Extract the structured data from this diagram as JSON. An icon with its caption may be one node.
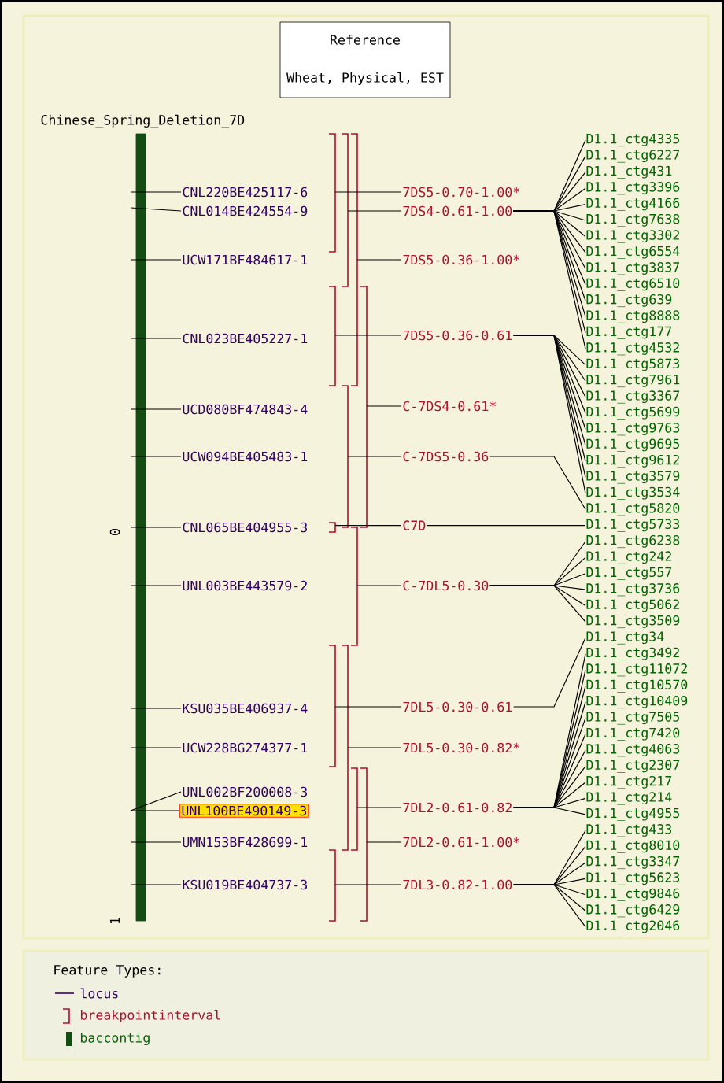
{
  "diagram": {
    "nodes": [
      {
        "text": [
          "Reference",
          "Wheat, Physical, EST"
        ]
      },
      {
        "text": [],
        "shape": "bar"
      },
      {
        "text": [
          "CNL220BE425117-6"
        ]
      },
      {
        "text": [
          "CNL014BE424554-9"
        ]
      },
      {
        "text": [
          "UCW171BF484617-1"
        ]
      },
      {
        "text": [
          "CNL023BE405227-1"
        ]
      },
      {
        "text": [
          "UCD080BF474843-4"
        ]
      },
      {
        "text": [
          "UCW094BE405483-1"
        ]
      },
      {
        "text": [
          "CNL065BE404955-3"
        ]
      },
      {
        "text": [
          "UNL003BE443579-2"
        ]
      },
      {
        "text": [
          "KSU035BE406937-4"
        ]
      },
      {
        "text": [
          "UCW228BG274377-1"
        ]
      },
      {
        "text": [
          "UNL002BF200008-3"
        ]
      },
      {
        "text": [
          "UNL100BE490149-3"
        ]
      },
      {
        "text": [
          "UMN153BF428699-1"
        ]
      },
      {
        "text": [
          "KSU019BE404737-3"
        ]
      },
      {
        "text": [],
        "shape": "bracket"
      },
      {
        "text": [],
        "shape": "bracket"
      },
      {
        "text": [],
        "shape": "bracket"
      },
      {
        "text": [],
        "shape": "bracket"
      },
      {
        "text": [],
        "shape": "bracket"
      },
      {
        "text": [],
        "shape": "bracket"
      },
      {
        "text": [],
        "shape": "bracket"
      },
      {
        "text": [],
        "shape": "bracket"
      },
      {
        "text": [],
        "shape": "bracket"
      },
      {
        "text": [],
        "shape": "bracket"
      },
      {
        "text": [],
        "shape": "bracket"
      },
      {
        "text": [],
        "shape": "bracket"
      },
      {
        "text": [],
        "shape": "bracket"
      },
      {
        "text": [
          "7DS5-0.70-1.00*"
        ]
      },
      {
        "text": [
          "7DS4-0.61-1.00"
        ]
      },
      {
        "text": [
          "7DS5-0.36-1.00*"
        ]
      },
      {
        "text": [
          "7DS5-0.36-0.61"
        ]
      },
      {
        "text": [
          "C-7DS4-0.61*"
        ]
      },
      {
        "text": [
          "C-7DS5-0.36"
        ]
      },
      {
        "text": [
          "C7D"
        ]
      },
      {
        "text": [
          "C-7DL5-0.30"
        ]
      },
      {
        "text": [
          "7DL5-0.30-0.61"
        ]
      },
      {
        "text": [
          "7DL5-0.30-0.82*"
        ]
      },
      {
        "text": [
          "7DL2-0.61-0.82"
        ]
      },
      {
        "text": [
          "7DL2-0.61-1.00*"
        ]
      },
      {
        "text": [
          "7DL3-0.82-1.00"
        ]
      },
      {
        "text": [
          "D1.1_ctg4335"
        ]
      },
      {
        "text": [
          "D1.1_ctg6227"
        ]
      },
      {
        "text": [
          "D1.1_ctg431"
        ]
      },
      {
        "text": [
          "D1.1_ctg3396"
        ]
      },
      {
        "text": [
          "D1.1_ctg4166"
        ]
      },
      {
        "text": [
          "D1.1_ctg7638"
        ]
      },
      {
        "text": [
          "D1.1_ctg3302"
        ]
      },
      {
        "text": [
          "D1.1_ctg6554"
        ]
      },
      {
        "text": [
          "D1.1_ctg3837"
        ]
      },
      {
        "text": [
          "D1.1_ctg6510"
        ]
      },
      {
        "text": [
          "D1.1_ctg639"
        ]
      },
      {
        "text": [
          "D1.1_ctg8888"
        ]
      },
      {
        "text": [
          "D1.1_ctg177"
        ]
      },
      {
        "text": [
          "D1.1_ctg4532"
        ]
      },
      {
        "text": [
          "D1.1_ctg5873"
        ]
      },
      {
        "text": [
          "D1.1_ctg7961"
        ]
      },
      {
        "text": [
          "D1.1_ctg3367"
        ]
      },
      {
        "text": [
          "D1.1_ctg5699"
        ]
      },
      {
        "text": [
          "D1.1_ctg9763"
        ]
      },
      {
        "text": [
          "D1.1_ctg9695"
        ]
      },
      {
        "text": [
          "D1.1_ctg9612"
        ]
      },
      {
        "text": [
          "D1.1_ctg3579"
        ]
      },
      {
        "text": [
          "D1.1_ctg3534"
        ]
      },
      {
        "text": [
          "D1.1_ctg5820"
        ]
      },
      {
        "text": [
          "D1.1_ctg5733"
        ]
      },
      {
        "text": [
          "D1.1_ctg6238"
        ]
      },
      {
        "text": [
          "D1.1_ctg242"
        ]
      },
      {
        "text": [
          "D1.1_ctg557"
        ]
      },
      {
        "text": [
          "D1.1_ctg3736"
        ]
      },
      {
        "text": [
          "D1.1_ctg5062"
        ]
      },
      {
        "text": [
          "D1.1_ctg3509"
        ]
      },
      {
        "text": [
          "D1.1_ctg34"
        ]
      },
      {
        "text": [
          "D1.1_ctg3492"
        ]
      },
      {
        "text": [
          "D1.1_ctg11072"
        ]
      },
      {
        "text": [
          "D1.1_ctg10570"
        ]
      },
      {
        "text": [
          "D1.1_ctg10409"
        ]
      },
      {
        "text": [
          "D1.1_ctg7505"
        ]
      },
      {
        "text": [
          "D1.1_ctg7420"
        ]
      },
      {
        "text": [
          "D1.1_ctg4063"
        ]
      },
      {
        "text": [
          "D1.1_ctg2307"
        ]
      },
      {
        "text": [
          "D1.1_ctg217"
        ]
      },
      {
        "text": [
          "D1.1_ctg214"
        ]
      },
      {
        "text": [
          "D1.1_ctg4955"
        ]
      },
      {
        "text": [
          "D1.1_ctg433"
        ]
      },
      {
        "text": [
          "D1.1_ctg8010"
        ]
      },
      {
        "text": [
          "D1.1_ctg3347"
        ]
      },
      {
        "text": [
          "D1.1_ctg5623"
        ]
      },
      {
        "text": [
          "D1.1_ctg9846"
        ]
      },
      {
        "text": [
          "D1.1_ctg6429"
        ]
      },
      {
        "text": [
          "D1.1_ctg2046"
        ]
      }
    ],
    "edges": [
      {
        "from": 1,
        "to": 2,
        "arrow": "none"
      },
      {
        "from": 1,
        "to": 3,
        "arrow": "none"
      },
      {
        "from": 1,
        "to": 4,
        "arrow": "none"
      },
      {
        "from": 1,
        "to": 5,
        "arrow": "none"
      },
      {
        "from": 1,
        "to": 6,
        "arrow": "none"
      },
      {
        "from": 1,
        "to": 7,
        "arrow": "none"
      },
      {
        "from": 1,
        "to": 8,
        "arrow": "none"
      },
      {
        "from": 1,
        "to": 9,
        "arrow": "none"
      },
      {
        "from": 1,
        "to": 10,
        "arrow": "none"
      },
      {
        "from": 1,
        "to": 11,
        "arrow": "none"
      },
      {
        "from": 1,
        "to": 12,
        "arrow": "none"
      },
      {
        "from": 1,
        "to": 13,
        "arrow": "none"
      },
      {
        "from": 1,
        "to": 14,
        "arrow": "none"
      },
      {
        "from": 1,
        "to": 15,
        "arrow": "none"
      },
      {
        "from": 16,
        "to": 29,
        "arrow": "none"
      },
      {
        "from": 17,
        "to": 30,
        "arrow": "none"
      },
      {
        "from": 18,
        "to": 31,
        "arrow": "none"
      },
      {
        "from": 19,
        "to": 32,
        "arrow": "none"
      },
      {
        "from": 20,
        "to": 33,
        "arrow": "none"
      },
      {
        "from": 21,
        "to": 34,
        "arrow": "none"
      },
      {
        "from": 22,
        "to": 35,
        "arrow": "none"
      },
      {
        "from": 23,
        "to": 36,
        "arrow": "none"
      },
      {
        "from": 24,
        "to": 37,
        "arrow": "none"
      },
      {
        "from": 25,
        "to": 38,
        "arrow": "none"
      },
      {
        "from": 26,
        "to": 39,
        "arrow": "none"
      },
      {
        "from": 27,
        "to": 40,
        "arrow": "none"
      },
      {
        "from": 28,
        "to": 41,
        "arrow": "none"
      },
      {
        "from": 30,
        "to": 42,
        "arrow": "none"
      },
      {
        "from": 30,
        "to": 43,
        "arrow": "none"
      },
      {
        "from": 30,
        "to": 44,
        "arrow": "none"
      },
      {
        "from": 30,
        "to": 45,
        "arrow": "none"
      },
      {
        "from": 30,
        "to": 46,
        "arrow": "none"
      },
      {
        "from": 30,
        "to": 47,
        "arrow": "none"
      },
      {
        "from": 30,
        "to": 48,
        "arrow": "none"
      },
      {
        "from": 30,
        "to": 49,
        "arrow": "none"
      },
      {
        "from": 30,
        "to": 50,
        "arrow": "none"
      },
      {
        "from": 30,
        "to": 51,
        "arrow": "none"
      },
      {
        "from": 30,
        "to": 52,
        "arrow": "none"
      },
      {
        "from": 30,
        "to": 53,
        "arrow": "none"
      },
      {
        "from": 30,
        "to": 54,
        "arrow": "none"
      },
      {
        "from": 30,
        "to": 55,
        "arrow": "none"
      },
      {
        "from": 32,
        "to": 56,
        "arrow": "none"
      },
      {
        "from": 32,
        "to": 57,
        "arrow": "none"
      },
      {
        "from": 32,
        "to": 58,
        "arrow": "none"
      },
      {
        "from": 32,
        "to": 59,
        "arrow": "none"
      },
      {
        "from": 32,
        "to": 60,
        "arrow": "none"
      },
      {
        "from": 32,
        "to": 61,
        "arrow": "none"
      },
      {
        "from": 32,
        "to": 62,
        "arrow": "none"
      },
      {
        "from": 32,
        "to": 63,
        "arrow": "none"
      },
      {
        "from": 32,
        "to": 64,
        "arrow": "none"
      },
      {
        "from": 34,
        "to": 65,
        "arrow": "none"
      },
      {
        "from": 35,
        "to": 66,
        "arrow": "none"
      },
      {
        "from": 36,
        "to": 67,
        "arrow": "none"
      },
      {
        "from": 36,
        "to": 68,
        "arrow": "none"
      },
      {
        "from": 36,
        "to": 69,
        "arrow": "none"
      },
      {
        "from": 36,
        "to": 70,
        "arrow": "none"
      },
      {
        "from": 36,
        "to": 71,
        "arrow": "none"
      },
      {
        "from": 36,
        "to": 72,
        "arrow": "none"
      },
      {
        "from": 37,
        "to": 73,
        "arrow": "none"
      },
      {
        "from": 39,
        "to": 74,
        "arrow": "none"
      },
      {
        "from": 39,
        "to": 75,
        "arrow": "none"
      },
      {
        "from": 39,
        "to": 76,
        "arrow": "none"
      },
      {
        "from": 39,
        "to": 77,
        "arrow": "none"
      },
      {
        "from": 39,
        "to": 78,
        "arrow": "none"
      },
      {
        "from": 39,
        "to": 79,
        "arrow": "none"
      },
      {
        "from": 39,
        "to": 80,
        "arrow": "none"
      },
      {
        "from": 39,
        "to": 81,
        "arrow": "none"
      },
      {
        "from": 39,
        "to": 82,
        "arrow": "none"
      },
      {
        "from": 39,
        "to": 83,
        "arrow": "none"
      },
      {
        "from": 39,
        "to": 84,
        "arrow": "none"
      },
      {
        "from": 41,
        "to": 85,
        "arrow": "none"
      },
      {
        "from": 41,
        "to": 86,
        "arrow": "none"
      },
      {
        "from": 41,
        "to": 87,
        "arrow": "none"
      },
      {
        "from": 41,
        "to": 88,
        "arrow": "none"
      },
      {
        "from": 41,
        "to": 89,
        "arrow": "none"
      },
      {
        "from": 41,
        "to": 90,
        "arrow": "none"
      },
      {
        "from": 41,
        "to": 91,
        "arrow": "none"
      }
    ],
    "labels": [
      "Chinese_Spring_Deletion_7D",
      "0",
      "1",
      "Feature Types:"
    ],
    "legend": [
      {
        "text": "locus"
      },
      {
        "text": "breakpointinterval"
      },
      {
        "text": "baccontig",
        "color": "#134d13"
      }
    ]
  }
}
